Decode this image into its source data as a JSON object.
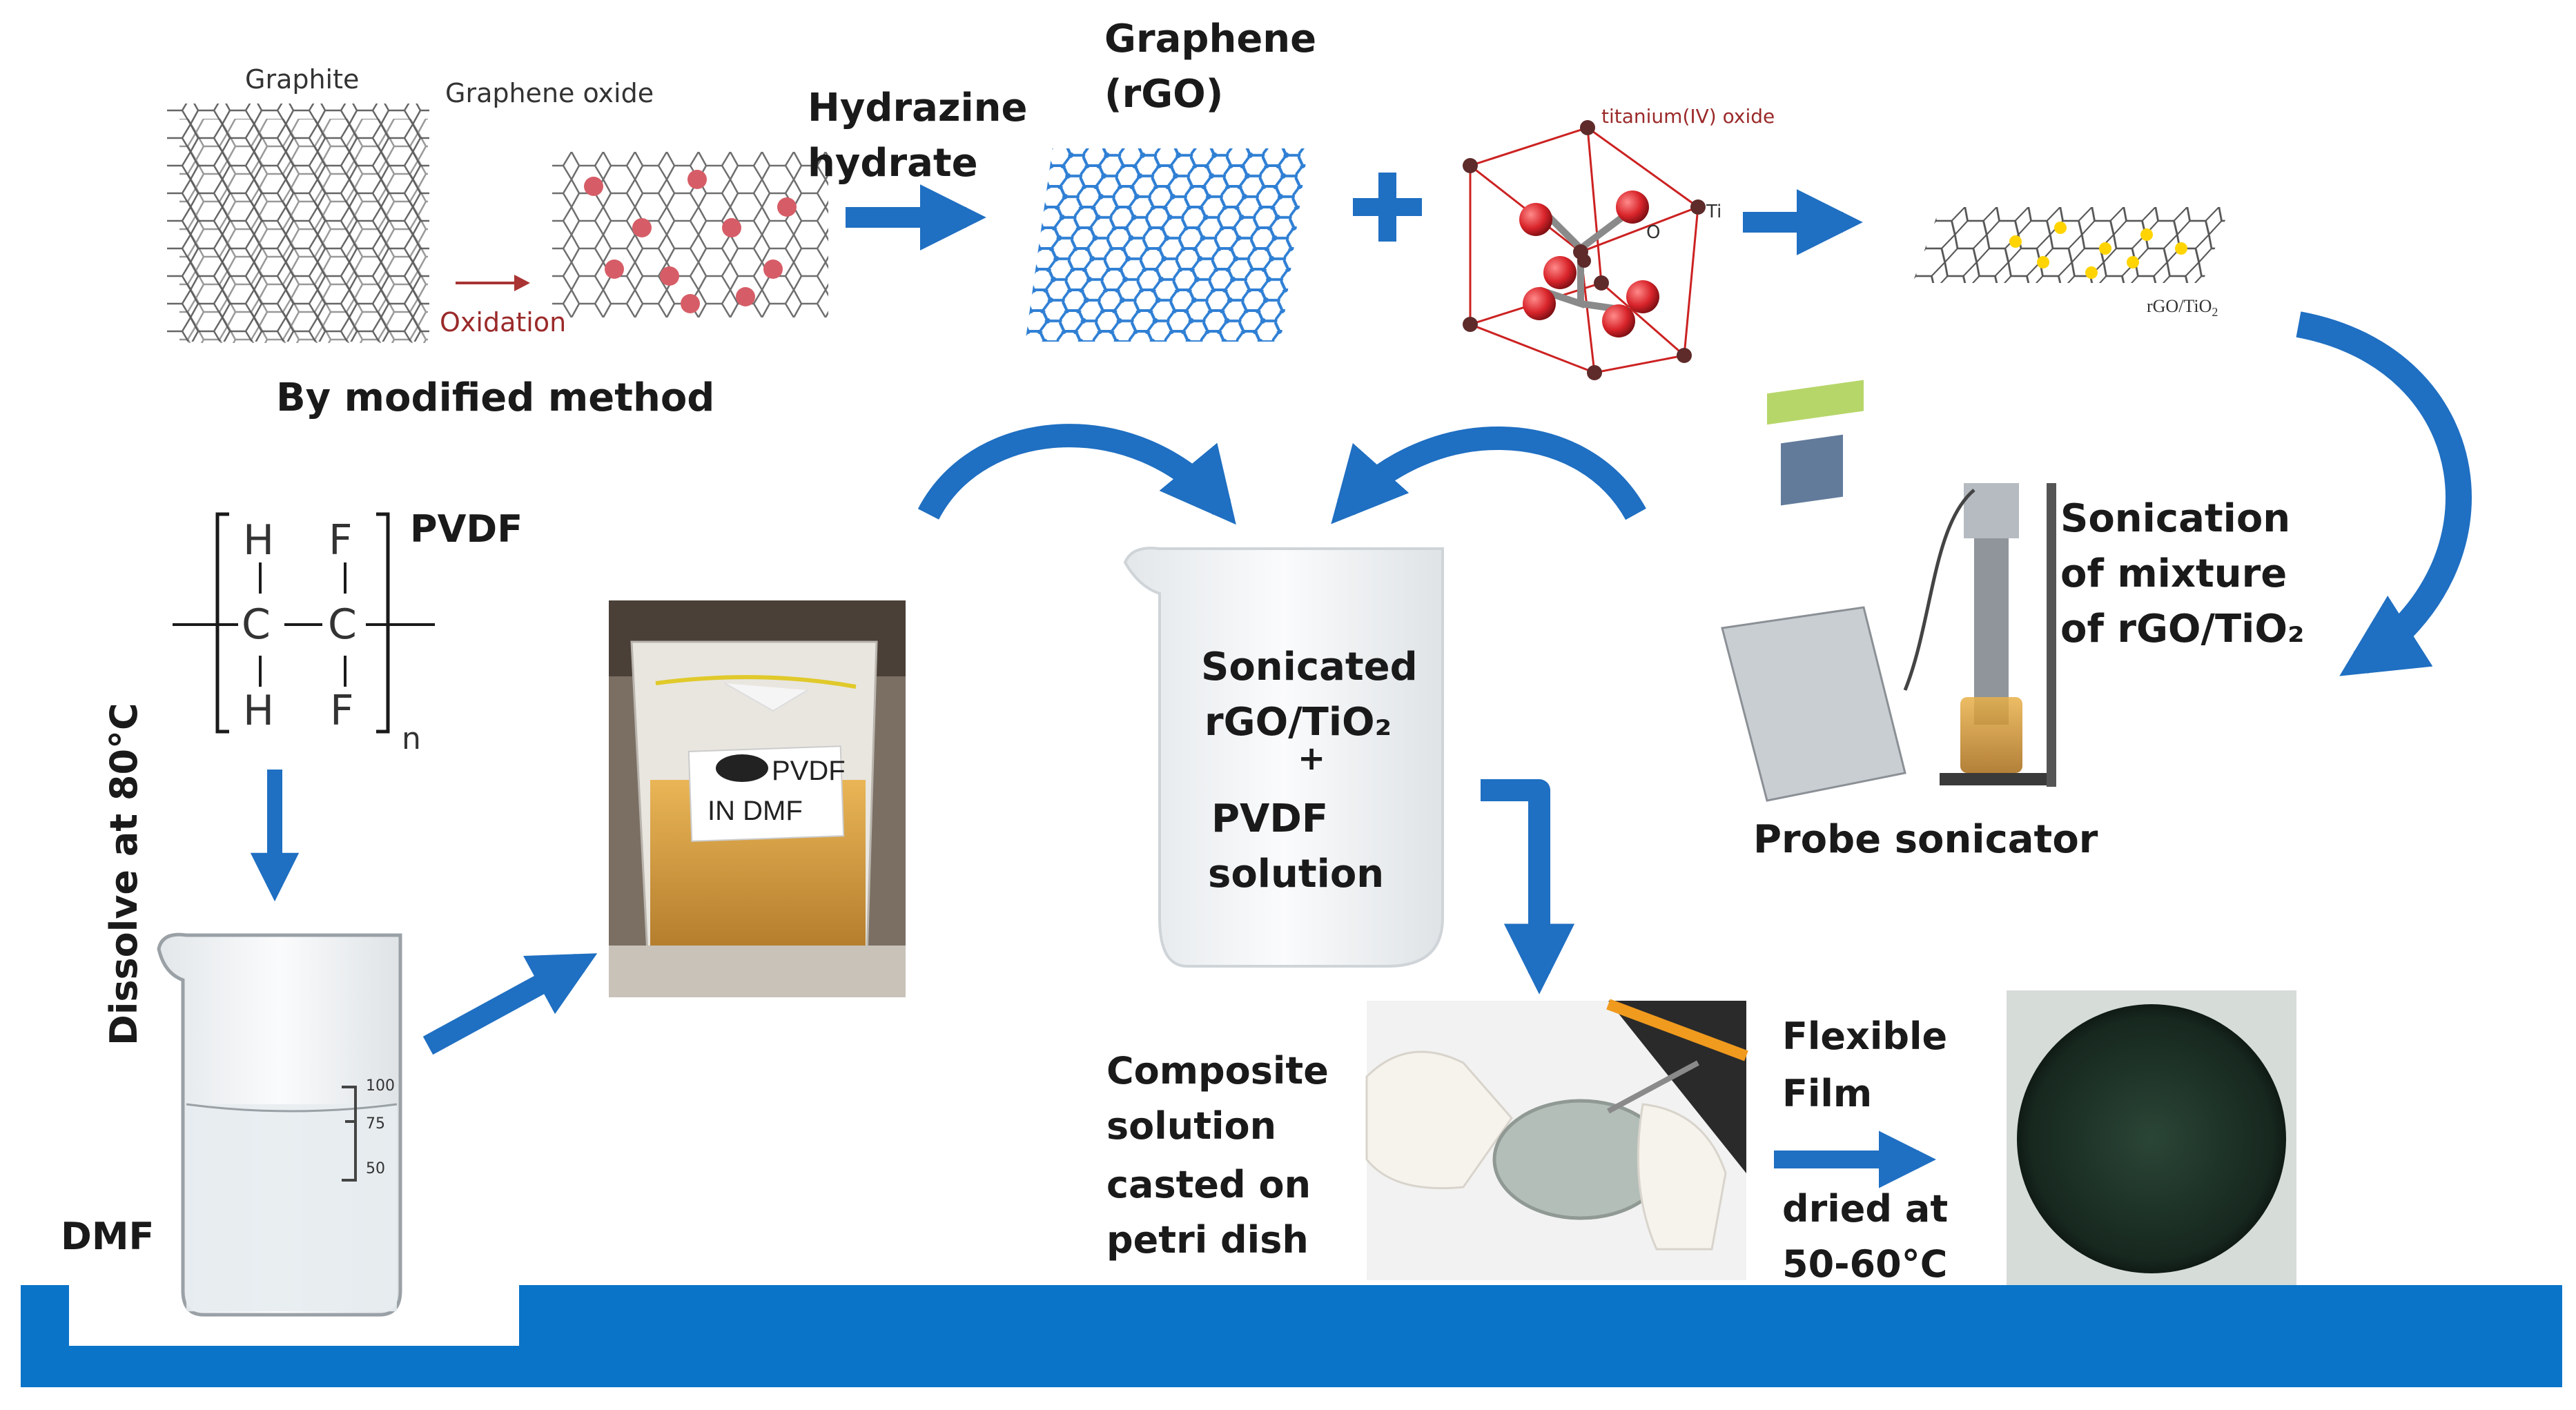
{
  "labels": {
    "graphite": "Graphite",
    "graphene_oxide": "Graphene oxide",
    "oxidation": "Oxidation",
    "modified_method": "By modified method",
    "hydrazine_1": "Hydrazine",
    "hydrazine_2": "hydrate",
    "graphene_1": "Graphene",
    "graphene_2": "(rGO)",
    "tio2_name": "titanium(IV) oxide",
    "ti": "Ti",
    "o": "O",
    "rgo_tio2_small": "rGO/TiO",
    "sub2": "2",
    "pvdf": "PVDF",
    "h": "H",
    "f": "F",
    "c": "C",
    "n": "n",
    "dissolve": "Dissolve at 80°C",
    "dmf": "DMF",
    "jar_text_1": "PVDF",
    "jar_text_2": "IN DMF",
    "beaker_1": "Sonicated",
    "beaker_2": "rGO/TiO₂",
    "beaker_3": "+",
    "beaker_4": "PVDF",
    "beaker_5": "solution",
    "sonication_1": "Sonication",
    "sonication_2": "of mixture",
    "sonication_3": "of rGO/TiO₂",
    "probe": "Probe sonicator",
    "composite_1": "Composite",
    "composite_2": "solution",
    "composite_3": "casted on",
    "composite_4": "petri dish",
    "flex_1": "Flexible",
    "flex_2": "Film",
    "dried_1": "dried at",
    "dried_2": "50-60°C",
    "beaker_ticks": [
      "100",
      "75",
      "50"
    ]
  },
  "colors": {
    "arrow_blue": "#1f6fc2",
    "floor_blue": "#0a74c9",
    "hex_blue": "#2f7fd4",
    "red_atom": "#d8242a",
    "film_dark": "#1e3327"
  }
}
